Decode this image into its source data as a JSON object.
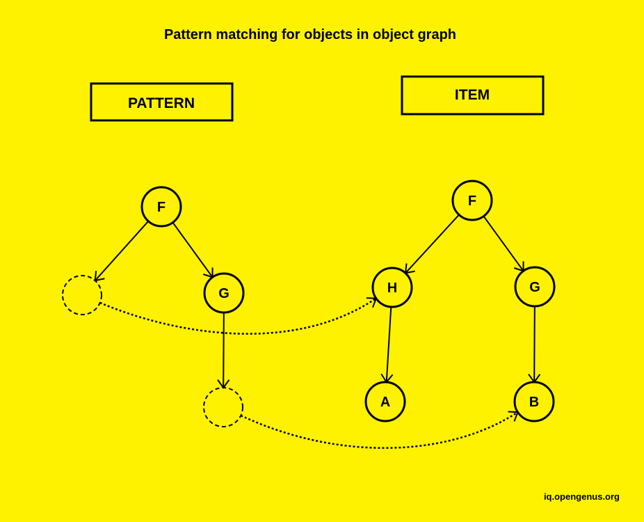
{
  "title": "Pattern matching for objects in object graph",
  "pattern_box": {
    "label": "PATTERN"
  },
  "item_box": {
    "label": "ITEM"
  },
  "pattern_graph": {
    "nodes": [
      {
        "id": "pf",
        "label": "F",
        "dashed": false
      },
      {
        "id": "pu1",
        "label": "",
        "dashed": true
      },
      {
        "id": "pg",
        "label": "G",
        "dashed": false
      },
      {
        "id": "pu2",
        "label": "",
        "dashed": true
      }
    ],
    "edges": [
      {
        "from": "pf",
        "to": "pu1"
      },
      {
        "from": "pf",
        "to": "pg"
      },
      {
        "from": "pg",
        "to": "pu2"
      }
    ]
  },
  "item_graph": {
    "nodes": [
      {
        "id": "if",
        "label": "F",
        "dashed": false
      },
      {
        "id": "ih",
        "label": "H",
        "dashed": false
      },
      {
        "id": "ig",
        "label": "G",
        "dashed": false
      },
      {
        "id": "ia",
        "label": "A",
        "dashed": false
      },
      {
        "id": "ib",
        "label": "B",
        "dashed": false
      }
    ],
    "edges": [
      {
        "from": "if",
        "to": "ih"
      },
      {
        "from": "if",
        "to": "ig"
      },
      {
        "from": "ih",
        "to": "ia"
      },
      {
        "from": "ig",
        "to": "ib"
      }
    ]
  },
  "matches": [
    {
      "from": "pu1",
      "to": "ih"
    },
    {
      "from": "pu2",
      "to": "ib"
    }
  ],
  "watermark": "iq.opengenus.org",
  "colors": {
    "background": "#FFF200",
    "ink": "#000000"
  }
}
